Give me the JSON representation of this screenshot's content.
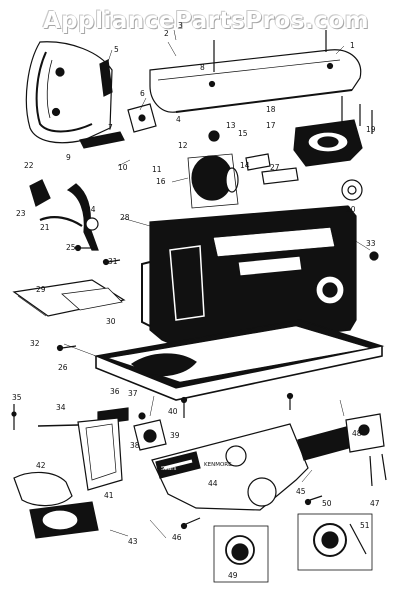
{
  "watermark": "AppliancePartsPros.com",
  "brand_badge": {
    "left": "Sears",
    "right": "KENMORE"
  },
  "callouts": [
    "1",
    "2",
    "3",
    "4",
    "5",
    "6",
    "7",
    "8",
    "9",
    "10",
    "11",
    "12",
    "13",
    "14",
    "15",
    "16",
    "17",
    "18",
    "19",
    "20",
    "21",
    "22",
    "23",
    "24",
    "25",
    "26",
    "27",
    "28",
    "29",
    "30",
    "31",
    "32",
    "33",
    "34",
    "35",
    "36",
    "37",
    "38",
    "39",
    "40",
    "41",
    "42",
    "43",
    "44",
    "45",
    "46",
    "47",
    "48",
    "49",
    "50",
    "51"
  ],
  "colors": {
    "ink": "#111111",
    "paper": "#ffffff"
  }
}
